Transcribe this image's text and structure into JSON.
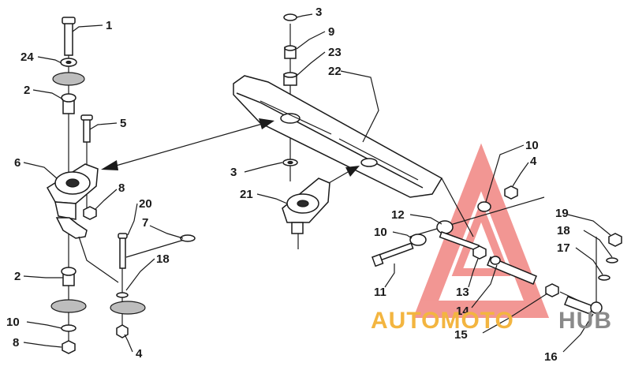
{
  "diagram": {
    "callouts": [
      "1",
      "24",
      "2",
      "5",
      "6",
      "8",
      "20",
      "7",
      "18",
      "2",
      "10",
      "8",
      "4",
      "3",
      "9",
      "23",
      "22",
      "3",
      "21",
      "10",
      "4",
      "12",
      "10",
      "11",
      "13",
      "14",
      "15",
      "19",
      "18",
      "17",
      "16"
    ]
  },
  "watermark": {
    "part_a": "AUTOMOTO",
    "part_b": "HUB",
    "accent_color": "#e8413c",
    "text_color_a": "#f3b540",
    "text_color_b": "#8a8a8a"
  }
}
